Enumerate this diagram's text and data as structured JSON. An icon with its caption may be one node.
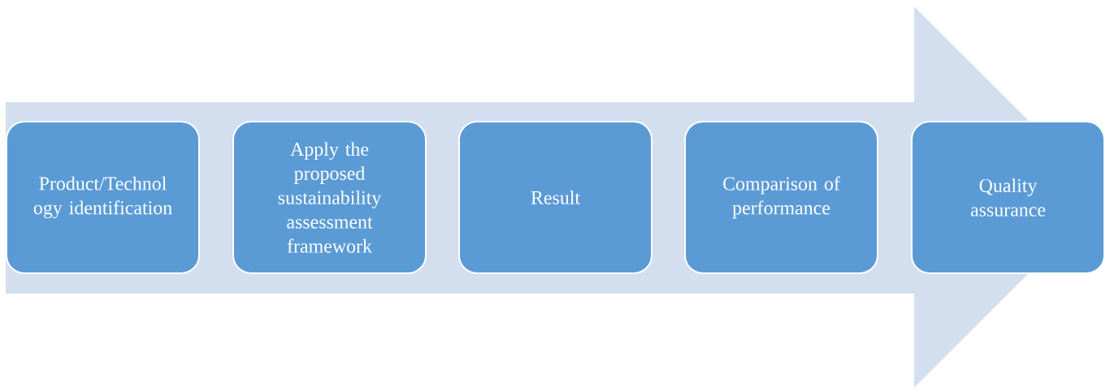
{
  "diagram": {
    "nodes": [
      {
        "text": [
          "Product/Technol ogy identification"
        ]
      },
      {
        "text": [
          "Apply the proposed sustainability assessment framework"
        ]
      },
      {
        "text": [
          "Result"
        ]
      },
      {
        "text": [
          "Comparison of performance"
        ]
      },
      {
        "text": [
          "Quality assurance"
        ]
      }
    ]
  }
}
